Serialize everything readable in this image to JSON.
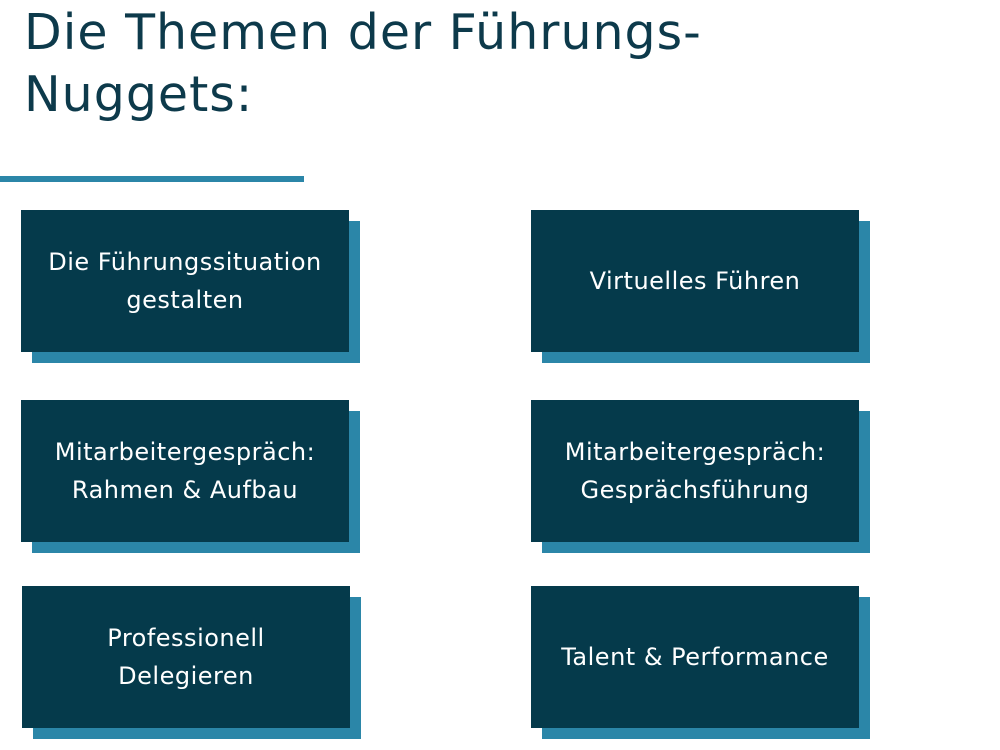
{
  "page": {
    "title": "Die Themen der Führungs-\nNuggets:"
  },
  "colors": {
    "title_text": "#0d3a4b",
    "accent": "#2b86a8",
    "card_background": "#053a4b",
    "card_text": "#ffffff"
  },
  "cards": [
    {
      "label": "Die Führungssituation\ngestalten"
    },
    {
      "label": "Virtuelles Führen"
    },
    {
      "label": "Mitarbeitergespräch:\nRahmen & Aufbau"
    },
    {
      "label": "Mitarbeitergespräch:\nGesprächsführung"
    },
    {
      "label": "Professionell\nDelegieren"
    },
    {
      "label": "Talent & Performance"
    }
  ]
}
